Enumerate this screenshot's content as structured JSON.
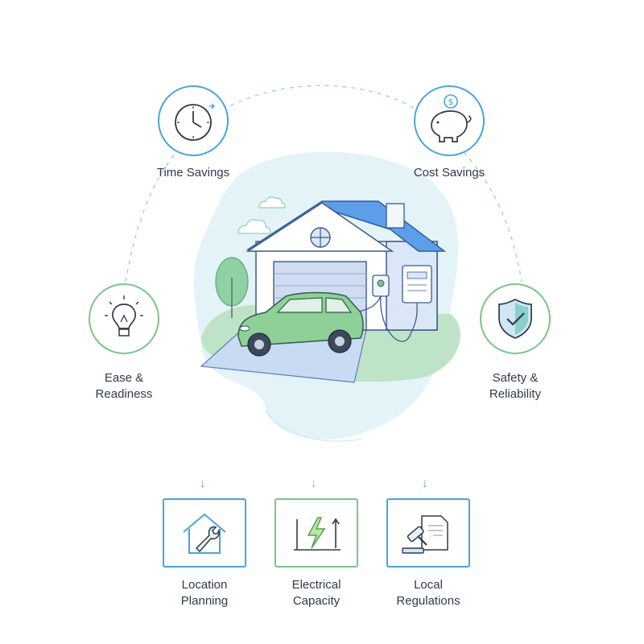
{
  "benefits": {
    "time_savings": "Time Savings",
    "cost_savings": "Cost Savings",
    "ease_line1": "Ease &",
    "ease_line2": "Readiness",
    "safety_line1": "Safety &",
    "safety_line2": "Reliability"
  },
  "considerations": {
    "location_line1": "Location",
    "location_line2": "Planning",
    "electrical_line1": "Electrical",
    "electrical_line2": "Capacity",
    "regulations_line1": "Local",
    "regulations_line2": "Regulations"
  },
  "colors": {
    "blue": "#4aa3df",
    "green": "#7cc48a",
    "teal": "#5bbfb0",
    "text": "#2f3a4a"
  },
  "icons": {
    "time": "clock-icon",
    "cost": "piggy-bank-icon",
    "ease": "lightbulb-icon",
    "safety": "shield-check-icon",
    "location": "house-wrench-icon",
    "electrical": "lightning-bolt-icon",
    "regulations": "gavel-document-icon"
  }
}
